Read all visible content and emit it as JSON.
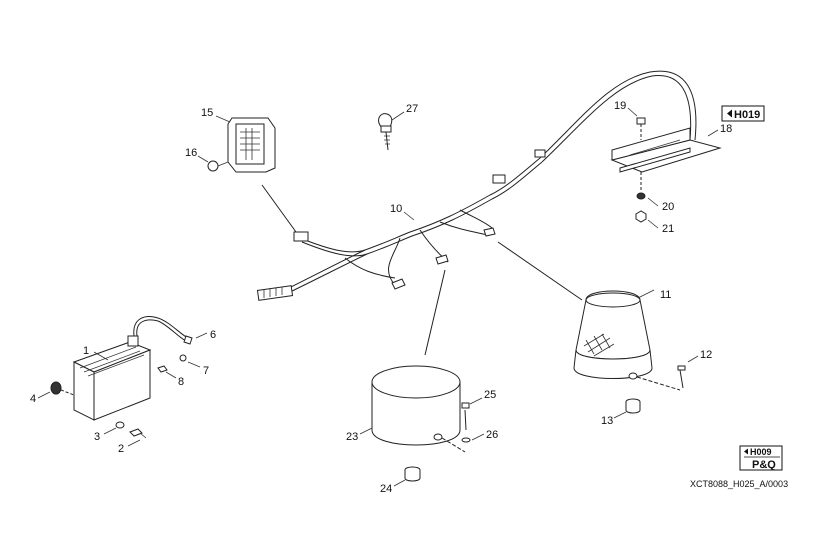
{
  "ref_top": "H019",
  "ref_bottom_line1": "H009",
  "ref_bottom_line2": "P&Q",
  "figure_code": "XCT8088_H025_A/0003",
  "callouts": [
    "1",
    "2",
    "3",
    "4",
    "6",
    "7",
    "8",
    "10",
    "11",
    "12",
    "13",
    "15",
    "16",
    "18",
    "19",
    "20",
    "21",
    "23",
    "24",
    "25",
    "26",
    "27"
  ]
}
